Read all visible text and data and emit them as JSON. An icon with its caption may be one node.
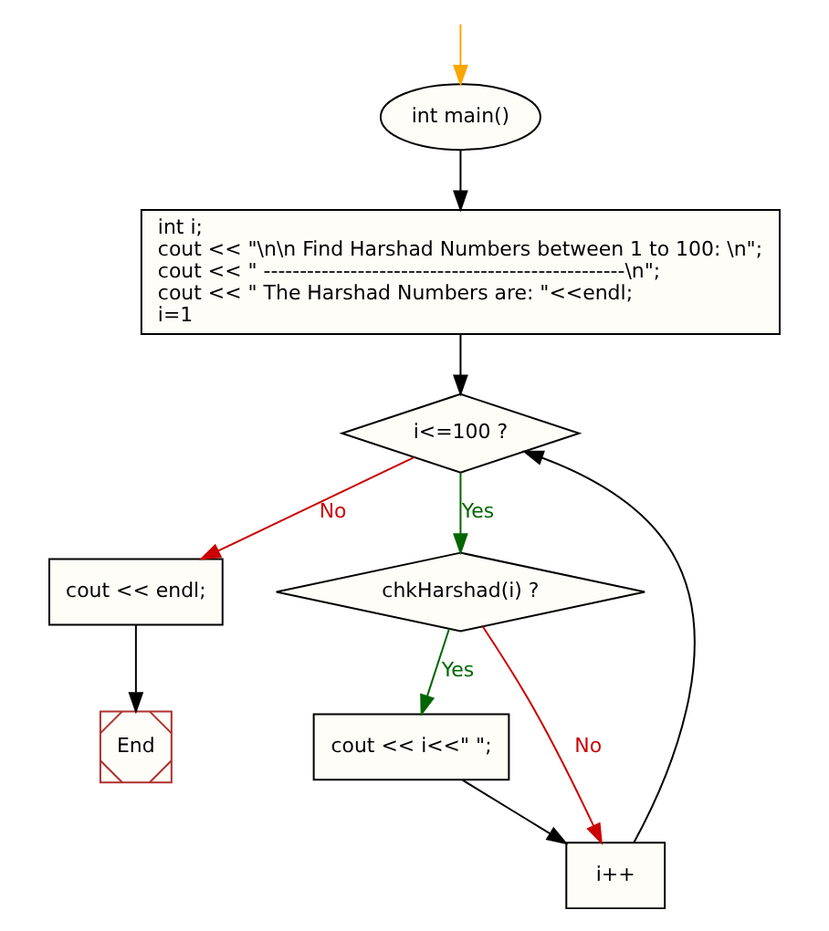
{
  "diagram": {
    "nodes": [
      {
        "text": [
          "int main()"
        ]
      },
      {
        "text": [
          "int i;",
          "cout << \"\\n\\n Find Harshad Numbers between 1 to 100: \\n\";",
          "cout << \" --------------------------------------------------\\n\";",
          "cout << \" The Harshad Numbers are: \"<<endl;",
          "i=1"
        ]
      },
      {
        "text": [
          "i<=100 ?"
        ]
      },
      {
        "text": [
          "cout << endl;"
        ]
      },
      {
        "text": [
          "chkHarshad(i) ?"
        ]
      },
      {
        "text": [
          "End"
        ]
      },
      {
        "text": [
          "cout << i<<\" \";"
        ]
      },
      {
        "text": [
          "i++"
        ]
      }
    ],
    "edges": [
      {
        "from": null,
        "to": 0,
        "arrow": "to",
        "color": "#ffa500"
      },
      {
        "from": 0,
        "to": 1,
        "arrow": "to"
      },
      {
        "from": 1,
        "to": 2,
        "arrow": "to"
      },
      {
        "from": 2,
        "to": 3,
        "arrow": "to",
        "label": "No",
        "color": "#cc0000"
      },
      {
        "from": 2,
        "to": 4,
        "arrow": "to",
        "label": "Yes",
        "color": "#006600"
      },
      {
        "from": 3,
        "to": 5,
        "arrow": "to"
      },
      {
        "from": 4,
        "to": 6,
        "arrow": "to",
        "label": "Yes",
        "color": "#006600"
      },
      {
        "from": 4,
        "to": 7,
        "arrow": "to",
        "label": "No",
        "color": "#cc0000"
      },
      {
        "from": 6,
        "to": 7,
        "arrow": "to"
      },
      {
        "from": 7,
        "to": 2,
        "arrow": "to"
      }
    ]
  }
}
